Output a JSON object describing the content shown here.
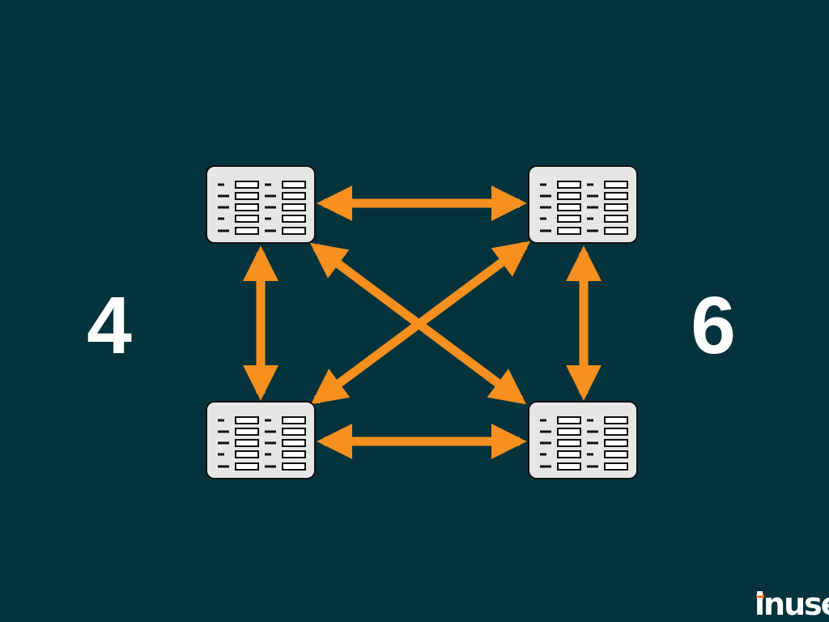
{
  "diagram": {
    "left_number": "4",
    "right_number": "6",
    "nodes": [
      {
        "id": "top-left"
      },
      {
        "id": "top-right"
      },
      {
        "id": "bottom-left"
      },
      {
        "id": "bottom-right"
      }
    ],
    "connections": [
      {
        "from": "top-left",
        "to": "top-right",
        "direction": "both"
      },
      {
        "from": "bottom-left",
        "to": "bottom-right",
        "direction": "both"
      },
      {
        "from": "top-left",
        "to": "bottom-left",
        "direction": "both"
      },
      {
        "from": "top-right",
        "to": "bottom-right",
        "direction": "both"
      },
      {
        "from": "top-left",
        "to": "bottom-right",
        "direction": "both"
      },
      {
        "from": "top-right",
        "to": "bottom-left",
        "direction": "both"
      }
    ]
  },
  "logo": {
    "text": "inuse"
  },
  "colors": {
    "background": "#05333c",
    "arrow": "#f7901e",
    "node_fill": "#e6e6e6",
    "node_border": "#111111",
    "text": "#ffffff",
    "logo_dot": "#f26522"
  },
  "icons": {
    "node_icon": "database-table-icon"
  }
}
